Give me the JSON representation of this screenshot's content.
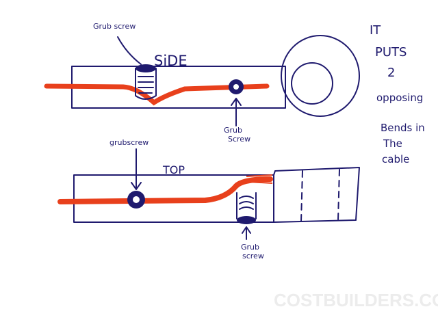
{
  "labels": {
    "side_title": "SiDE",
    "top_title": "TOP",
    "side_grub_top": "Grub screw",
    "side_grub_right_1": "Grub",
    "side_grub_right_2": "Screw",
    "top_grub_left": "grubscrew",
    "top_grub_bottom_1": "Grub",
    "top_grub_bottom_2": "screw"
  },
  "note": [
    "IT",
    "PUTS",
    "2",
    "opposing",
    "Bends in",
    "The",
    "cable"
  ],
  "watermark": "COSTBUILDERS.CO",
  "colors": {
    "ink": "#1f1a6e",
    "cable": "#e8401c"
  }
}
